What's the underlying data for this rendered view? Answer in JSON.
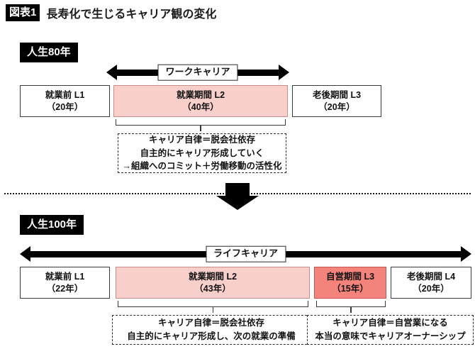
{
  "header": {
    "badge": "図表1",
    "title": "長寿化で生じるキャリア観の変化"
  },
  "life80": {
    "badge": "人生80年",
    "career_arrow_label": "ワークキャリア",
    "segments": [
      {
        "name": "就業前 L1",
        "years": "（20年）",
        "style": "white"
      },
      {
        "name": "就業期間 L2",
        "years": "（40年）",
        "style": "pink"
      },
      {
        "name": "老後期間 L3",
        "years": "（20年）",
        "style": "white"
      }
    ],
    "callout": {
      "line1": "キャリア自律＝脱会社依存",
      "line2": "自主的にキャリア形成していく",
      "line3": "→組織へのコミット＋労働移動の活性化"
    }
  },
  "life100": {
    "badge": "人生100年",
    "career_arrow_label": "ライフキャリア",
    "segments": [
      {
        "name": "就業前 L1",
        "years": "（22年）",
        "style": "white"
      },
      {
        "name": "就業期間 L2",
        "years": "（43年）",
        "style": "pink"
      },
      {
        "name": "自営期間 L3",
        "years": "（15年）",
        "style": "salmon"
      },
      {
        "name": "老後期間 L4",
        "years": "（20年）",
        "style": "white"
      }
    ],
    "callout_left": {
      "line1": "キャリア自律＝脱会社依存",
      "line2": "自主的にキャリア形成し、次の就業の準備"
    },
    "callout_right": {
      "line1": "キャリア自律＝自営業になる",
      "line2": "本当の意味でキャリアオーナーシップ"
    }
  },
  "colors": {
    "badge_bg": "#000000",
    "badge_text": "#ffffff",
    "pink": "#f9cfcb",
    "salmon": "#f4837c",
    "line": "#3a3a3a"
  },
  "chart_data": {
    "type": "bar",
    "title": "長寿化で生じるキャリア観の変化",
    "series": [
      {
        "name": "人生80年",
        "categories": [
          "就業前 L1",
          "就業期間 L2",
          "老後期間 L3"
        ],
        "values": [
          20,
          40,
          20
        ],
        "unit": "年",
        "total": 80
      },
      {
        "name": "人生100年",
        "categories": [
          "就業前 L1",
          "就業期間 L2",
          "自営期間 L3",
          "老後期間 L4"
        ],
        "values": [
          22,
          43,
          15,
          20
        ],
        "unit": "年",
        "total": 100
      }
    ],
    "xlabel": "",
    "ylabel": "",
    "grid": false,
    "legend": "none"
  }
}
